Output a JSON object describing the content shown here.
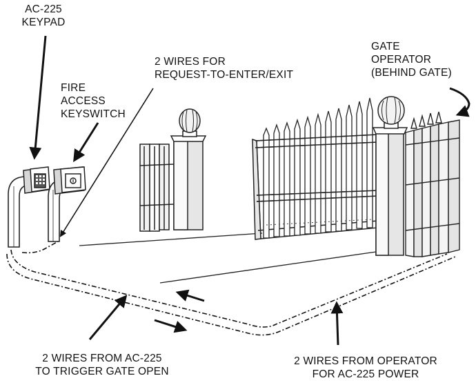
{
  "labels": {
    "keypad": [
      "AC-225",
      "KEYPAD"
    ],
    "keyswitch": [
      "FIRE",
      "ACCESS",
      "KEYSWITCH"
    ],
    "request_wires": [
      "2 WIRES FOR",
      "REQUEST-TO-ENTER/EXIT"
    ],
    "operator": [
      "GATE",
      "OPERATOR",
      "(BEHIND GATE)"
    ],
    "trigger_wires": [
      "2 WIRES FROM AC-225",
      "TO TRIGGER GATE OPEN"
    ],
    "power_wires": [
      "2 WIRES FROM OPERATOR",
      "FOR AC-225 POWER"
    ]
  },
  "colors": {
    "line": "#1a1a1a",
    "fill": "#ffffff",
    "shade": "#d9d9d9"
  }
}
